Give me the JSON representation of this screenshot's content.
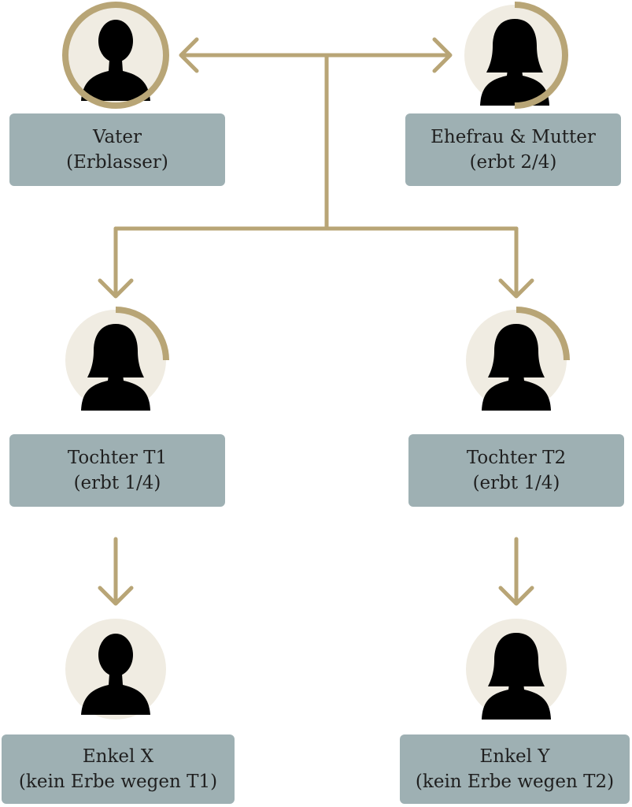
{
  "colors": {
    "connector": "#b8a576",
    "card_bg": "#9eb0b3",
    "avatar_bg": "#f0ece2",
    "silhouette": "#000000"
  },
  "people": {
    "vater": {
      "name": "Vater",
      "note": "(Erblasser)",
      "icon": "male-silhouette-icon",
      "share_ring": 1.0
    },
    "mutter": {
      "name": "Ehefrau & Mutter",
      "note": "(erbt 2/4)",
      "icon": "female-silhouette-icon",
      "share_ring": 0.5
    },
    "t1": {
      "name": "Tochter T1",
      "note": "(erbt 1/4)",
      "icon": "female-silhouette-icon",
      "share_ring": 0.25
    },
    "t2": {
      "name": "Tochter T2",
      "note": "(erbt 1/4)",
      "icon": "female-silhouette-icon",
      "share_ring": 0.25
    },
    "x": {
      "name": "Enkel X",
      "note": "(kein Erbe wegen T1)",
      "icon": "male-silhouette-icon",
      "share_ring": 0
    },
    "y": {
      "name": "Enkel Y",
      "note": "(kein Erbe wegen T2)",
      "icon": "female-silhouette-icon",
      "share_ring": 0
    }
  }
}
